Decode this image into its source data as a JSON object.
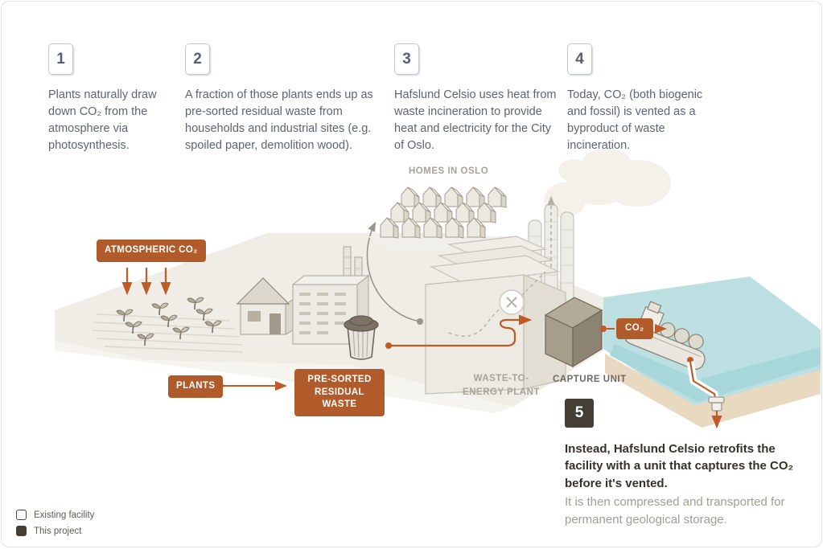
{
  "steps": [
    {
      "number": "1",
      "text": "Plants naturally draw down CO₂ from the atmosphere via photosynthesis."
    },
    {
      "number": "2",
      "text": "A fraction of those plants ends up as pre-sorted residual waste from households and industrial sites (e.g. spoiled paper, demolition wood)."
    },
    {
      "number": "3",
      "text": "Hafslund Celsio uses heat from waste incineration to provide heat and electricity for the City of Oslo."
    },
    {
      "number": "4",
      "text": "Today, CO₂ (both biogenic and fossil) is vented as a byproduct of waste incineration."
    }
  ],
  "step5": {
    "number": "5",
    "bold_text": "Instead, Hafslund Celsio retrofits the facility with a unit that captures the CO₂ before it's vented.",
    "gray_text": "It is then compressed and transported for permanent geological storage."
  },
  "labels": {
    "atmospheric_co2": "ATMOSPHERIC CO₂",
    "plants": "PLANTS",
    "presorted_waste": "PRE-SORTED RESIDUAL WASTE",
    "homes_in_oslo": "HOMES IN OSLO",
    "waste_to_energy_plant": "WASTE-TO-ENERGY PLANT",
    "capture_unit": "CAPTURE UNIT",
    "co2": "CO₂"
  },
  "legend": {
    "existing": "Existing facility",
    "project": "This project"
  },
  "colors": {
    "accent_orange": "#b25b2a",
    "flow_orange": "#c05b28",
    "step_text_slate": "#5d6476",
    "dark_brown": "#453e35",
    "water_teal": "#bce0e2",
    "muted_label_gray": "#a8a29a"
  }
}
